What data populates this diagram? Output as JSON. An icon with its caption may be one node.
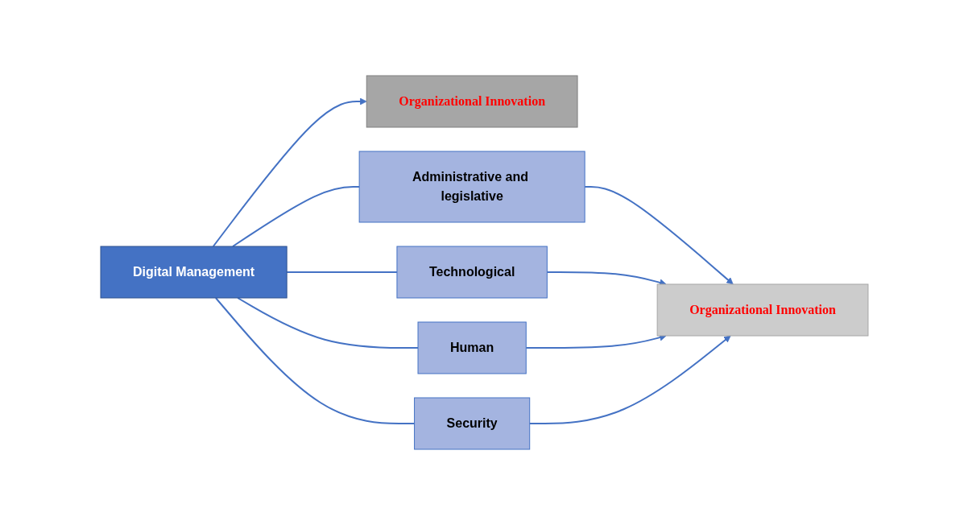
{
  "diagram": {
    "nodes": [
      {
        "text": [
          "Digital Management"
        ]
      },
      {
        "text": [
          "Organizational Innovation"
        ]
      },
      {
        "text": [
          "Administrative and legislative"
        ]
      },
      {
        "text": [
          "Technological"
        ]
      },
      {
        "text": [
          "Human"
        ]
      },
      {
        "text": [
          "Security"
        ]
      },
      {
        "text": [
          "Organizational Innovation"
        ]
      }
    ],
    "edges": [
      {
        "from": 0,
        "to": 1,
        "arrow": "to"
      },
      {
        "from": 0,
        "to": 2,
        "arrow": "none"
      },
      {
        "from": 0,
        "to": 3,
        "arrow": "none"
      },
      {
        "from": 0,
        "to": 4,
        "arrow": "none"
      },
      {
        "from": 0,
        "to": 5,
        "arrow": "none"
      },
      {
        "from": 2,
        "to": 6,
        "arrow": "to"
      },
      {
        "from": 3,
        "to": 6,
        "arrow": "to"
      },
      {
        "from": 4,
        "to": 6,
        "arrow": "to"
      },
      {
        "from": 5,
        "to": 6,
        "arrow": "to"
      }
    ]
  }
}
